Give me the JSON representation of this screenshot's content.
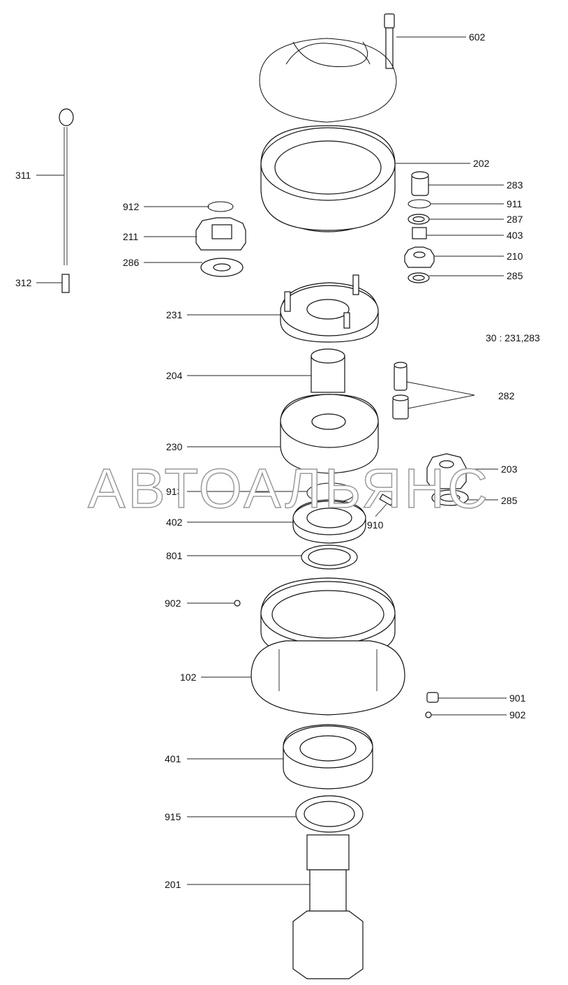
{
  "labels": {
    "p602": "602",
    "p202": "202",
    "p283": "283",
    "p911": "911",
    "p287": "287",
    "p403": "403",
    "p210": "210",
    "p285a": "285",
    "p311": "311",
    "p912": "912",
    "p211": "211",
    "p286": "286",
    "p312": "312",
    "p231": "231",
    "p204": "204",
    "p282": "282",
    "p230": "230",
    "p203": "203",
    "p913": "913",
    "p285b": "285",
    "p402": "402",
    "p910": "910",
    "p801": "801",
    "p902a": "902",
    "p102": "102",
    "p901": "901",
    "p902b": "902",
    "p401": "401",
    "p915": "915",
    "p201": "201"
  },
  "note": "30 : 231,283",
  "watermark": "АВТОАЛЬЯНС"
}
